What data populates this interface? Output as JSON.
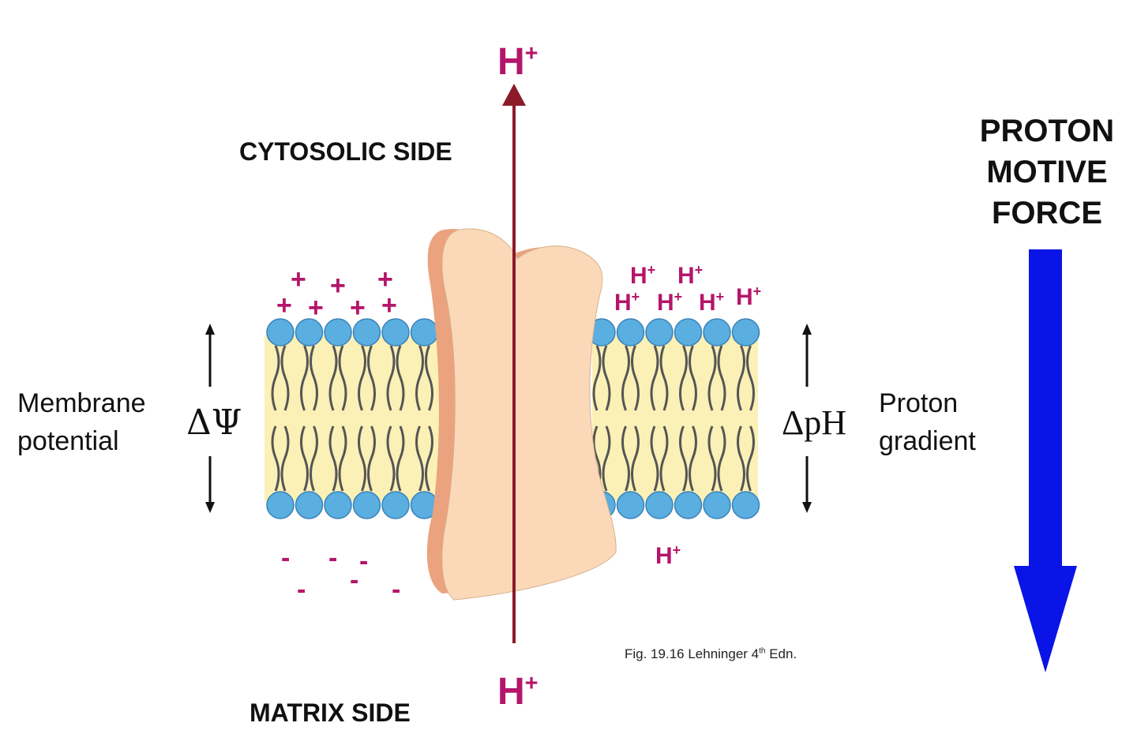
{
  "labels": {
    "cytosolic_side": "CYTOSOLIC SIDE",
    "matrix_side": "MATRIX SIDE",
    "proton_motive_force": "PROTON MOTIVE FORCE",
    "membrane_potential": "Membrane potential",
    "proton_gradient": "Proton gradient",
    "delta_psi": "ΔΨ",
    "delta_ph": "ΔpH",
    "figure_credit": "Fig. 19.16 Lehninger 4",
    "figure_credit_sup": "th",
    "figure_credit_end": " Edn."
  },
  "proton": {
    "symbol": "H",
    "charge": "+"
  },
  "charges": {
    "positive": "+",
    "negative": "-"
  },
  "colors": {
    "proton_text": "#b5156a",
    "arrow_axis": "#8b1a2b",
    "pmf_arrow": "#0a14e6",
    "protein_front": "#fbd9b8",
    "protein_back": "#eba27e",
    "lipid_head": "#5aaee0",
    "lipid_core": "#fbf0b5"
  }
}
